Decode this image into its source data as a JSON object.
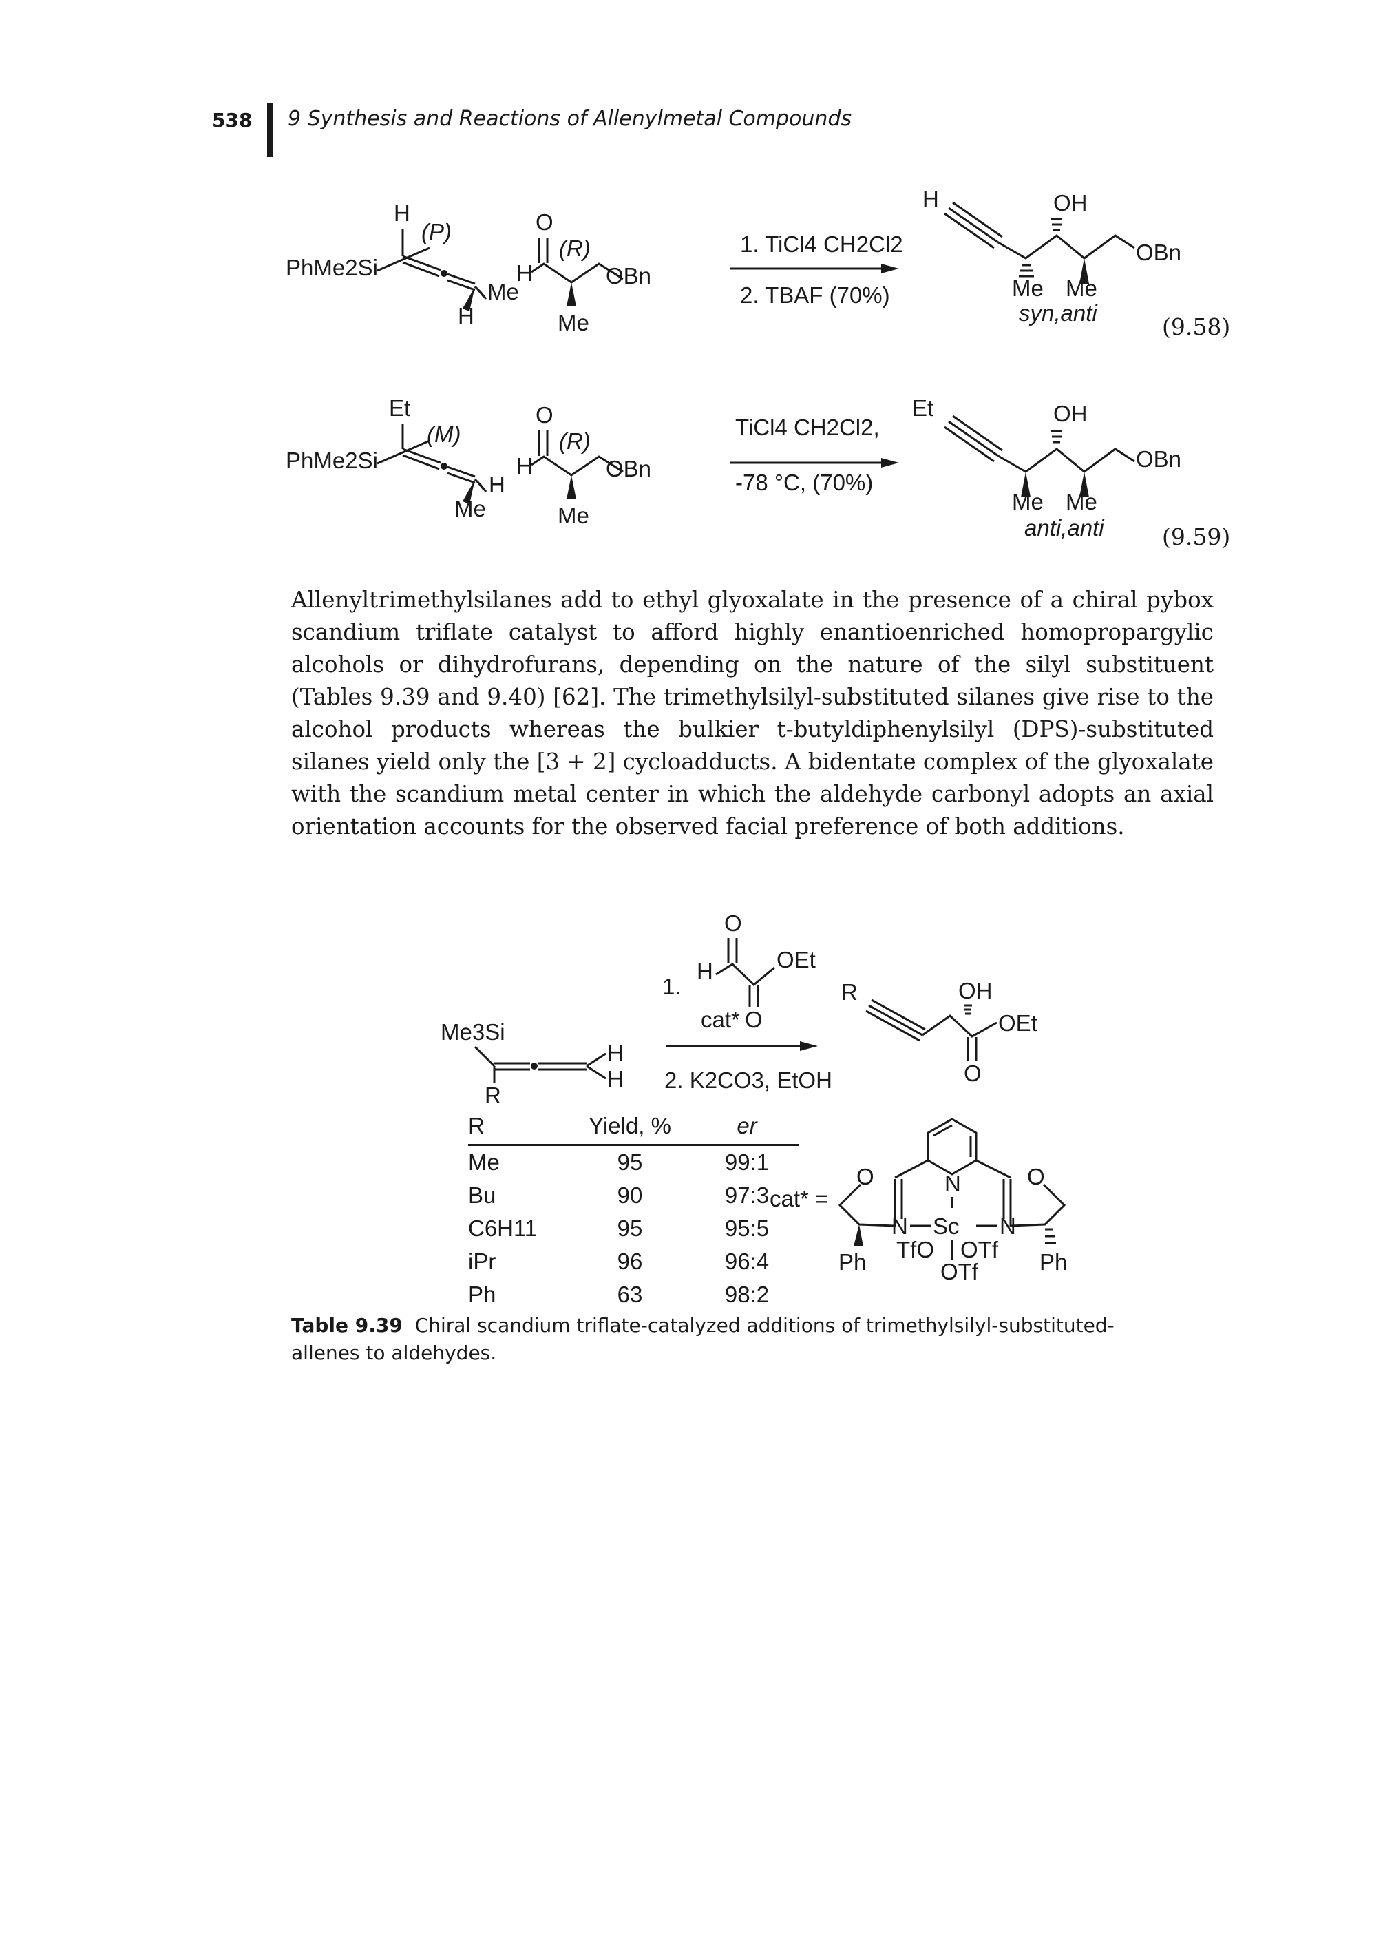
{
  "header": {
    "page_number": "538",
    "running_title": "9 Synthesis and Reactions of Allenylmetal Compounds"
  },
  "scheme_958": {
    "allene_label": "PhMe2Si",
    "allene_top_sub": "H",
    "allene_bottom_sub": "H",
    "allene_right_sub": "Me",
    "allene_config": "(P)",
    "aldehyde_h": "H",
    "aldehyde_o": "O",
    "aldehyde_config": "(R)",
    "aldehyde_me": "Me",
    "aldehyde_obn": "OBn",
    "cond_1": "1. TiCl4 CH2Cl2",
    "cond_2": "2. TBAF (70%)",
    "prod_h": "H",
    "prod_oh": "OH",
    "prod_obn": "OBn",
    "prod_me1": "Me",
    "prod_me2": "Me",
    "prod_stereo": "syn,anti",
    "eq_number": "(9.58)"
  },
  "scheme_959": {
    "allene_label": "PhMe2Si",
    "allene_top_sub": "Et",
    "allene_right_sub": "H",
    "allene_bottom_sub": "Me",
    "allene_config": "(M)",
    "aldehyde_h": "H",
    "aldehyde_o": "O",
    "aldehyde_config": "(R)",
    "aldehyde_me": "Me",
    "aldehyde_obn": "OBn",
    "cond_1": "TiCl4 CH2Cl2,",
    "cond_2": "-78 °C, (70%)",
    "prod_et": "Et",
    "prod_oh": "OH",
    "prod_obn": "OBn",
    "prod_me1": "Me",
    "prod_me2": "Me",
    "prod_stereo": "anti,anti",
    "eq_number": "(9.59)"
  },
  "paragraph": "Allenyltrimethylsilanes add to ethyl glyoxalate in the presence of a chiral pybox scandium triflate catalyst to afford highly enantioenriched homopropargylic alcohols or dihydrofurans, depending on the nature of the silyl substituent (Tables 9.39 and 9.40) [62]. The trimethylsilyl-substituted silanes give rise to the alcohol products whereas the bulkier t-butyldiphenylsilyl (DPS)-substituted silanes yield only the [3 + 2] cycloadducts. A bidentate complex of the glyoxalate with the scandium metal center in which the aldehyde carbonyl adopts an axial orientation accounts for the observed facial preference of both additions.",
  "table_scheme": {
    "silane_label": "Me3Si",
    "silane_r": "R",
    "silane_h1": "H",
    "silane_h2": "H",
    "step1_num": "1.",
    "glyox_o": "O",
    "glyox_h": "H",
    "glyox_oet": "OEt",
    "glyox_o2": "O",
    "cat_label": "cat*",
    "step2": "2. K2CO3, EtOH",
    "prod_r": "R",
    "prod_oh": "OH",
    "prod_oet": "OEt",
    "prod_o": "O",
    "cat_eq": "cat* =",
    "pybox_n_py": "N",
    "pybox_o1": "O",
    "pybox_o2": "O",
    "pybox_n1": "N",
    "pybox_n2": "N",
    "pybox_sc": "Sc",
    "pybox_tfo": "TfO",
    "pybox_otf1": "OTf",
    "pybox_otf2": "OTf",
    "pybox_ph1": "Ph",
    "pybox_ph2": "Ph"
  },
  "yield_table": {
    "headers": [
      "R",
      "Yield, %",
      "er"
    ],
    "rows": [
      [
        "Me",
        "95",
        "99:1"
      ],
      [
        "Bu",
        "90",
        "97:3"
      ],
      [
        "C6H11",
        "95",
        "95:5"
      ],
      [
        "iPr",
        "96",
        "96:4"
      ],
      [
        "Ph",
        "63",
        "98:2"
      ]
    ]
  },
  "caption": {
    "label": "Table 9.39",
    "text": "Chiral scandium triflate-catalyzed additions of trimethylsilyl-substituted-allenes to aldehydes."
  }
}
